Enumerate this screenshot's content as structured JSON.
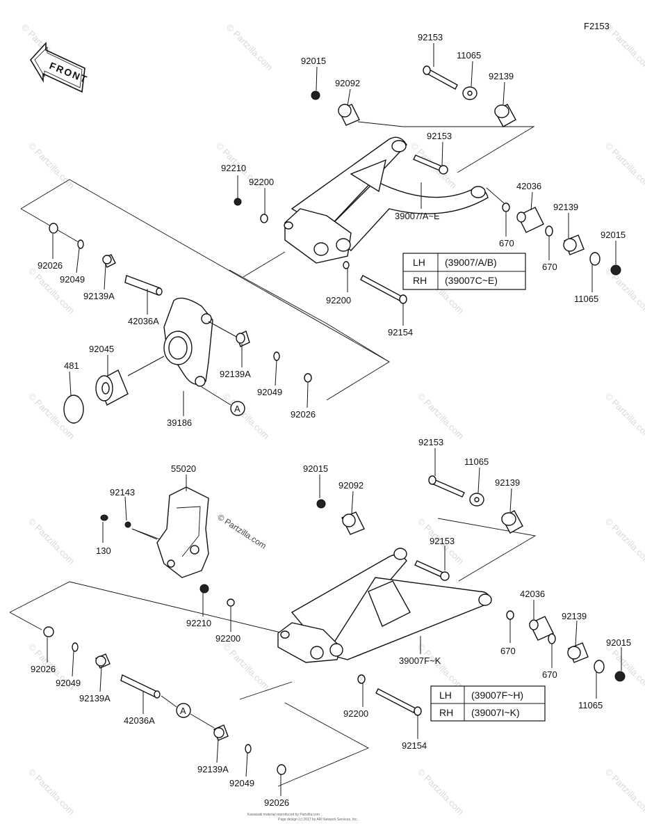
{
  "figure_code": "F2153",
  "front_label": "FRONT",
  "watermark_text": "© Partzilla.com",
  "center_watermark": "© Partzilla.com",
  "footer_lines": [
    "Kawasaki material reproduced by Partzilla.com",
    "Page design (c) 2017 by ARI Network Services, Inc."
  ],
  "upper_labels": {
    "p92153a": "92153",
    "p11065a": "11065",
    "p92139a": "92139",
    "p92015a": "92015",
    "p92092": "92092",
    "p92153b": "92153",
    "p92210": "92210",
    "p92200a": "92200",
    "p42036": "42036",
    "p92139b": "92139",
    "p92015b": "92015",
    "p39007": "39007/A~E",
    "p670a": "670",
    "p670b": "670",
    "p11065b": "11065",
    "p92026a": "92026",
    "p92049a": "92049",
    "p92139Aa": "92139A",
    "p42036A": "42036A",
    "p92200b": "92200",
    "p92154": "92154",
    "p92045": "92045",
    "p481": "481",
    "p39186": "39186",
    "p92139Ab": "92139A",
    "p92049b": "92049",
    "p92026b": "92026",
    "refA": "A"
  },
  "upper_table": {
    "rows": [
      {
        "side": "LH",
        "code": "(39007/A/B)"
      },
      {
        "side": "RH",
        "code": "(39007C~E)"
      }
    ]
  },
  "lower_labels": {
    "p92153a": "92153",
    "p11065a": "11065",
    "p92139a": "92139",
    "p55020": "55020",
    "p92015a": "92015",
    "p92092": "92092",
    "p92143": "92143",
    "p130": "130",
    "p92153b": "92153",
    "p42036": "42036",
    "p92139b": "92139",
    "p92015b": "92015",
    "p92210": "92210",
    "p92200a": "92200",
    "p39007": "39007F~K",
    "p670a": "670",
    "p670b": "670",
    "p11065b": "11065",
    "p92026a": "92026",
    "p92049a": "92049",
    "p92139Aa": "92139A",
    "p42036A": "42036A",
    "refA": "A",
    "p92200b": "92200",
    "p92154": "92154",
    "p92139Ab": "92139A",
    "p92049b": "92049",
    "p92026b": "92026"
  },
  "lower_table": {
    "rows": [
      {
        "side": "LH",
        "code": "(39007F~H)"
      },
      {
        "side": "RH",
        "code": "(39007I~K)"
      }
    ]
  }
}
